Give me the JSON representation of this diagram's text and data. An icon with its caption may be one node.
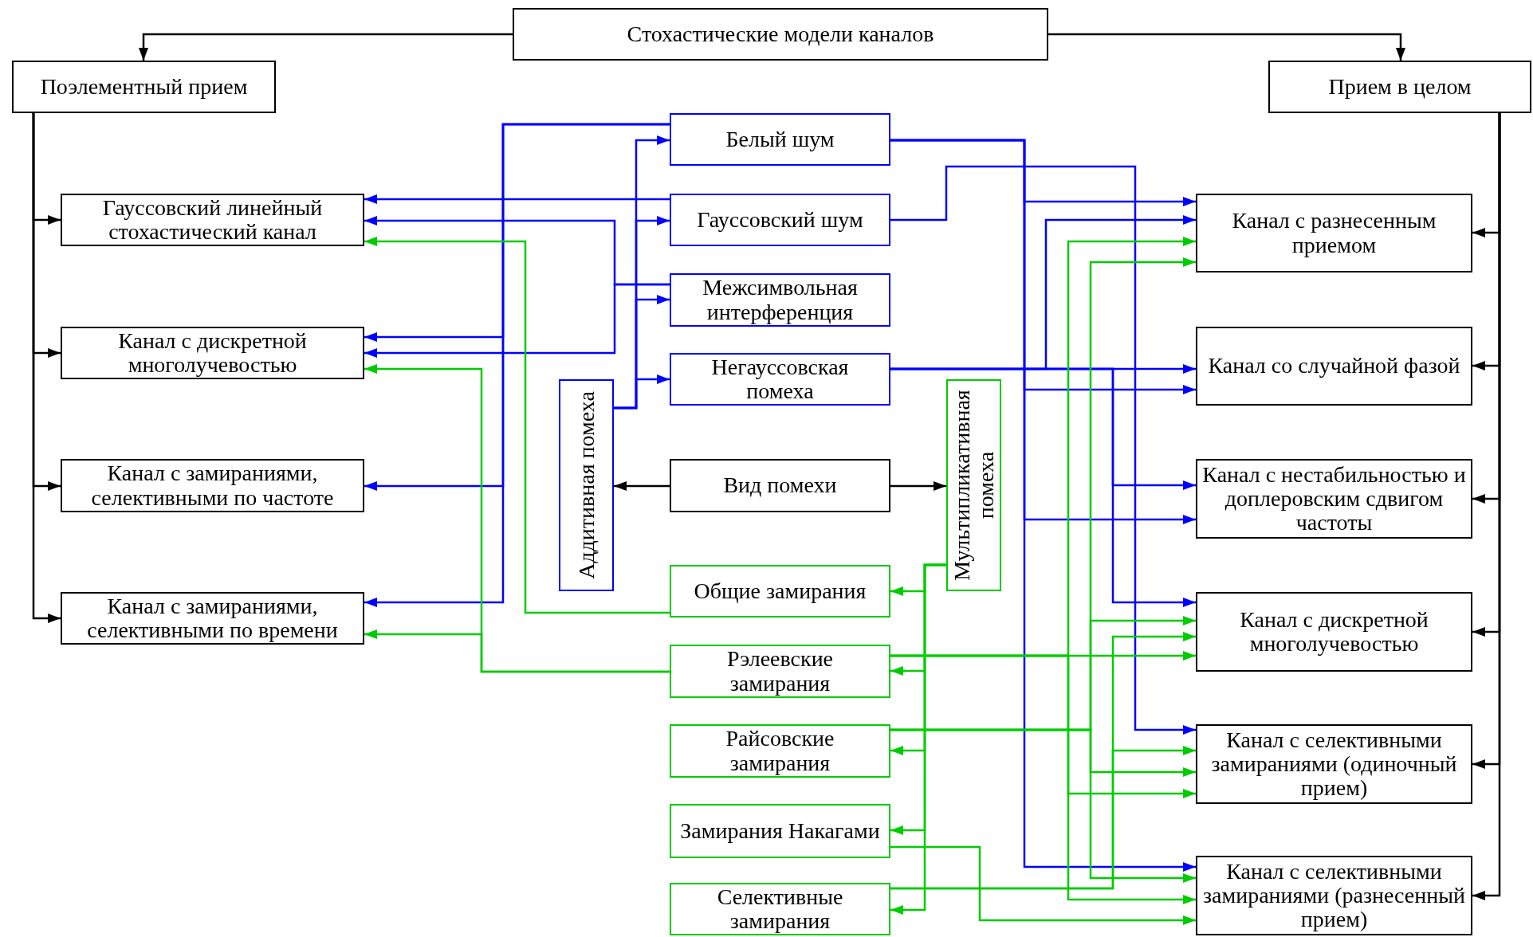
{
  "diagram": {
    "nodes": [
      {
        "text": [
          "Стохастические модели каналов"
        ]
      },
      {
        "text": [
          "Поэлементный прием"
        ]
      },
      {
        "text": [
          "Прием в целом"
        ]
      },
      {
        "text": [
          "Гауссовский линейный стохастический канал"
        ]
      },
      {
        "text": [
          "Канал с дискретной многолучевостью"
        ]
      },
      {
        "text": [
          "Канал с замираниями, селективными по частоте"
        ]
      },
      {
        "text": [
          "Канал с замираниями, селективными по времени"
        ]
      },
      {
        "text": [
          "Белый шум"
        ]
      },
      {
        "text": [
          "Гауссовский шум"
        ]
      },
      {
        "text": [
          "Межсимвольная интерференция"
        ]
      },
      {
        "text": [
          "Негауссовская помеха"
        ]
      },
      {
        "text": [
          "Аддитивная помеха"
        ]
      },
      {
        "text": [
          "Вид помехи"
        ]
      },
      {
        "text": [
          "Мультипликативная помеха"
        ]
      },
      {
        "text": [
          "Общие замирания"
        ]
      },
      {
        "text": [
          "Рэлеевские замирания"
        ]
      },
      {
        "text": [
          "Райсовские замирания"
        ]
      },
      {
        "text": [
          "Замирания Накагами"
        ]
      },
      {
        "text": [
          "Селективные замирания"
        ]
      },
      {
        "text": [
          "Канал с разнесенным приемом"
        ]
      },
      {
        "text": [
          "Канал со случайной фазой"
        ]
      },
      {
        "text": [
          "Канал с нестабильностью и доплеровским сдвигом частоты"
        ]
      },
      {
        "text": [
          "Канал с дискретной многолучевостью"
        ]
      },
      {
        "text": [
          "Канал с селективными замираниями (одиночный прием)"
        ]
      },
      {
        "text": [
          "Канал с селективными замираниями (разнесенный прием)"
        ]
      }
    ],
    "edges": [
      {
        "from": 0,
        "to": 1,
        "arrow": "to",
        "color": "#000000"
      },
      {
        "from": 0,
        "to": 2,
        "arrow": "to",
        "color": "#000000"
      },
      {
        "from": 1,
        "to": 3,
        "arrow": "to",
        "color": "#000000"
      },
      {
        "from": 1,
        "to": 4,
        "arrow": "to",
        "color": "#000000"
      },
      {
        "from": 1,
        "to": 5,
        "arrow": "to",
        "color": "#000000"
      },
      {
        "from": 1,
        "to": 6,
        "arrow": "to",
        "color": "#000000"
      },
      {
        "from": 2,
        "to": 19,
        "arrow": "to",
        "color": "#000000"
      },
      {
        "from": 2,
        "to": 20,
        "arrow": "to",
        "color": "#000000"
      },
      {
        "from": 2,
        "to": 21,
        "arrow": "to",
        "color": "#000000"
      },
      {
        "from": 2,
        "to": 22,
        "arrow": "to",
        "color": "#000000"
      },
      {
        "from": 2,
        "to": 23,
        "arrow": "to",
        "color": "#000000"
      },
      {
        "from": 2,
        "to": 24,
        "arrow": "to",
        "color": "#000000"
      },
      {
        "from": 12,
        "to": 11,
        "arrow": "to",
        "color": "#000000"
      },
      {
        "from": 12,
        "to": 13,
        "arrow": "to",
        "color": "#000000"
      },
      {
        "from": 7,
        "to": 4,
        "arrow": "to",
        "color": "#0000ff"
      },
      {
        "from": 7,
        "to": 5,
        "arrow": "to",
        "color": "#0000ff"
      },
      {
        "from": 7,
        "to": 6,
        "arrow": "to",
        "color": "#0000ff"
      },
      {
        "from": 8,
        "to": 3,
        "arrow": "to",
        "color": "#0000ff"
      },
      {
        "from": 9,
        "to": 3,
        "arrow": "to",
        "color": "#0000ff"
      },
      {
        "from": 9,
        "to": 4,
        "arrow": "to",
        "color": "#0000ff"
      },
      {
        "from": 11,
        "to": 7,
        "arrow": "to",
        "color": "#0000ff"
      },
      {
        "from": 11,
        "to": 8,
        "arrow": "to",
        "color": "#0000ff"
      },
      {
        "from": 11,
        "to": 9,
        "arrow": "to",
        "color": "#0000ff"
      },
      {
        "from": 11,
        "to": 10,
        "arrow": "to",
        "color": "#0000ff"
      },
      {
        "from": 7,
        "to": 19,
        "arrow": "to",
        "color": "#0000ff"
      },
      {
        "from": 7,
        "to": 20,
        "arrow": "to",
        "color": "#0000ff"
      },
      {
        "from": 7,
        "to": 21,
        "arrow": "to",
        "color": "#0000ff"
      },
      {
        "from": 7,
        "to": 24,
        "arrow": "to",
        "color": "#0000ff"
      },
      {
        "from": 8,
        "to": 23,
        "arrow": "to",
        "color": "#0000ff"
      },
      {
        "from": 10,
        "to": 19,
        "arrow": "to",
        "color": "#0000ff"
      },
      {
        "from": 10,
        "to": 20,
        "arrow": "to",
        "color": "#0000ff"
      },
      {
        "from": 10,
        "to": 21,
        "arrow": "to",
        "color": "#0000ff"
      },
      {
        "from": 10,
        "to": 22,
        "arrow": "to",
        "color": "#0000ff"
      },
      {
        "from": 14,
        "to": 3,
        "arrow": "to",
        "color": "#00cc00"
      },
      {
        "from": 15,
        "to": 4,
        "arrow": "to",
        "color": "#00cc00"
      },
      {
        "from": 15,
        "to": 6,
        "arrow": "to",
        "color": "#00cc00"
      },
      {
        "from": 13,
        "to": 14,
        "arrow": "to",
        "color": "#00cc00"
      },
      {
        "from": 13,
        "to": 15,
        "arrow": "to",
        "color": "#00cc00"
      },
      {
        "from": 13,
        "to": 16,
        "arrow": "to",
        "color": "#00cc00"
      },
      {
        "from": 13,
        "to": 17,
        "arrow": "to",
        "color": "#00cc00"
      },
      {
        "from": 13,
        "to": 18,
        "arrow": "to",
        "color": "#00cc00"
      },
      {
        "from": 16,
        "to": 19,
        "arrow": "to",
        "color": "#00cc00"
      },
      {
        "from": 16,
        "to": 22,
        "arrow": "to",
        "color": "#00cc00"
      },
      {
        "from": 16,
        "to": 23,
        "arrow": "to",
        "color": "#00cc00"
      },
      {
        "from": 16,
        "to": 24,
        "arrow": "to",
        "color": "#00cc00"
      },
      {
        "from": 15,
        "to": 19,
        "arrow": "to",
        "color": "#00cc00"
      },
      {
        "from": 15,
        "to": 22,
        "arrow": "to",
        "color": "#00cc00"
      },
      {
        "from": 15,
        "to": 23,
        "arrow": "to",
        "color": "#00cc00"
      },
      {
        "from": 15,
        "to": 24,
        "arrow": "to",
        "color": "#00cc00"
      },
      {
        "from": 17,
        "to": 24,
        "arrow": "to",
        "color": "#00cc00"
      },
      {
        "from": 18,
        "to": 22,
        "arrow": "to",
        "color": "#00cc00"
      },
      {
        "from": 18,
        "to": 23,
        "arrow": "to",
        "color": "#00cc00"
      }
    ]
  }
}
